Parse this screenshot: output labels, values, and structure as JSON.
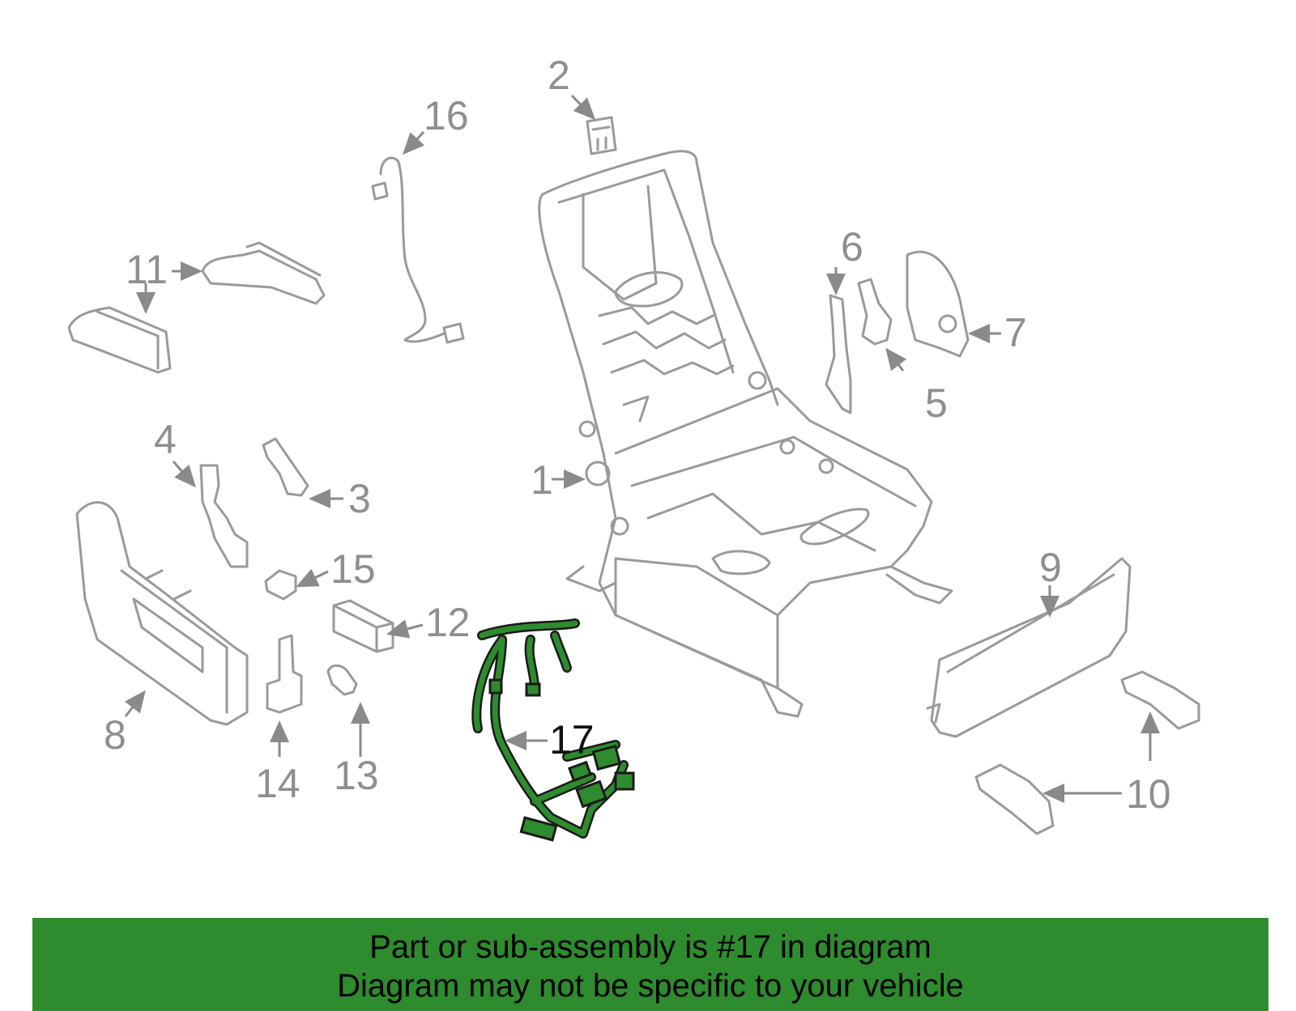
{
  "callouts": {
    "c1": "1",
    "c2": "2",
    "c3": "3",
    "c4": "4",
    "c5": "5",
    "c6": "6",
    "c7": "7",
    "c8": "8",
    "c9": "9",
    "c10": "10",
    "c11": "11",
    "c12": "12",
    "c13": "13",
    "c14": "14",
    "c15": "15",
    "c16": "16",
    "c17": "17"
  },
  "highlighted_part": "17",
  "banner": {
    "line1": "Part or sub-assembly is #17 in diagram",
    "line2": "Diagram may not be specific to your vehicle"
  },
  "colors": {
    "highlight": "#2e8b2e",
    "part_outline": "#9a9a9a",
    "callout_text": "#8f8f8f",
    "banner_background": "#2e8b2e"
  }
}
